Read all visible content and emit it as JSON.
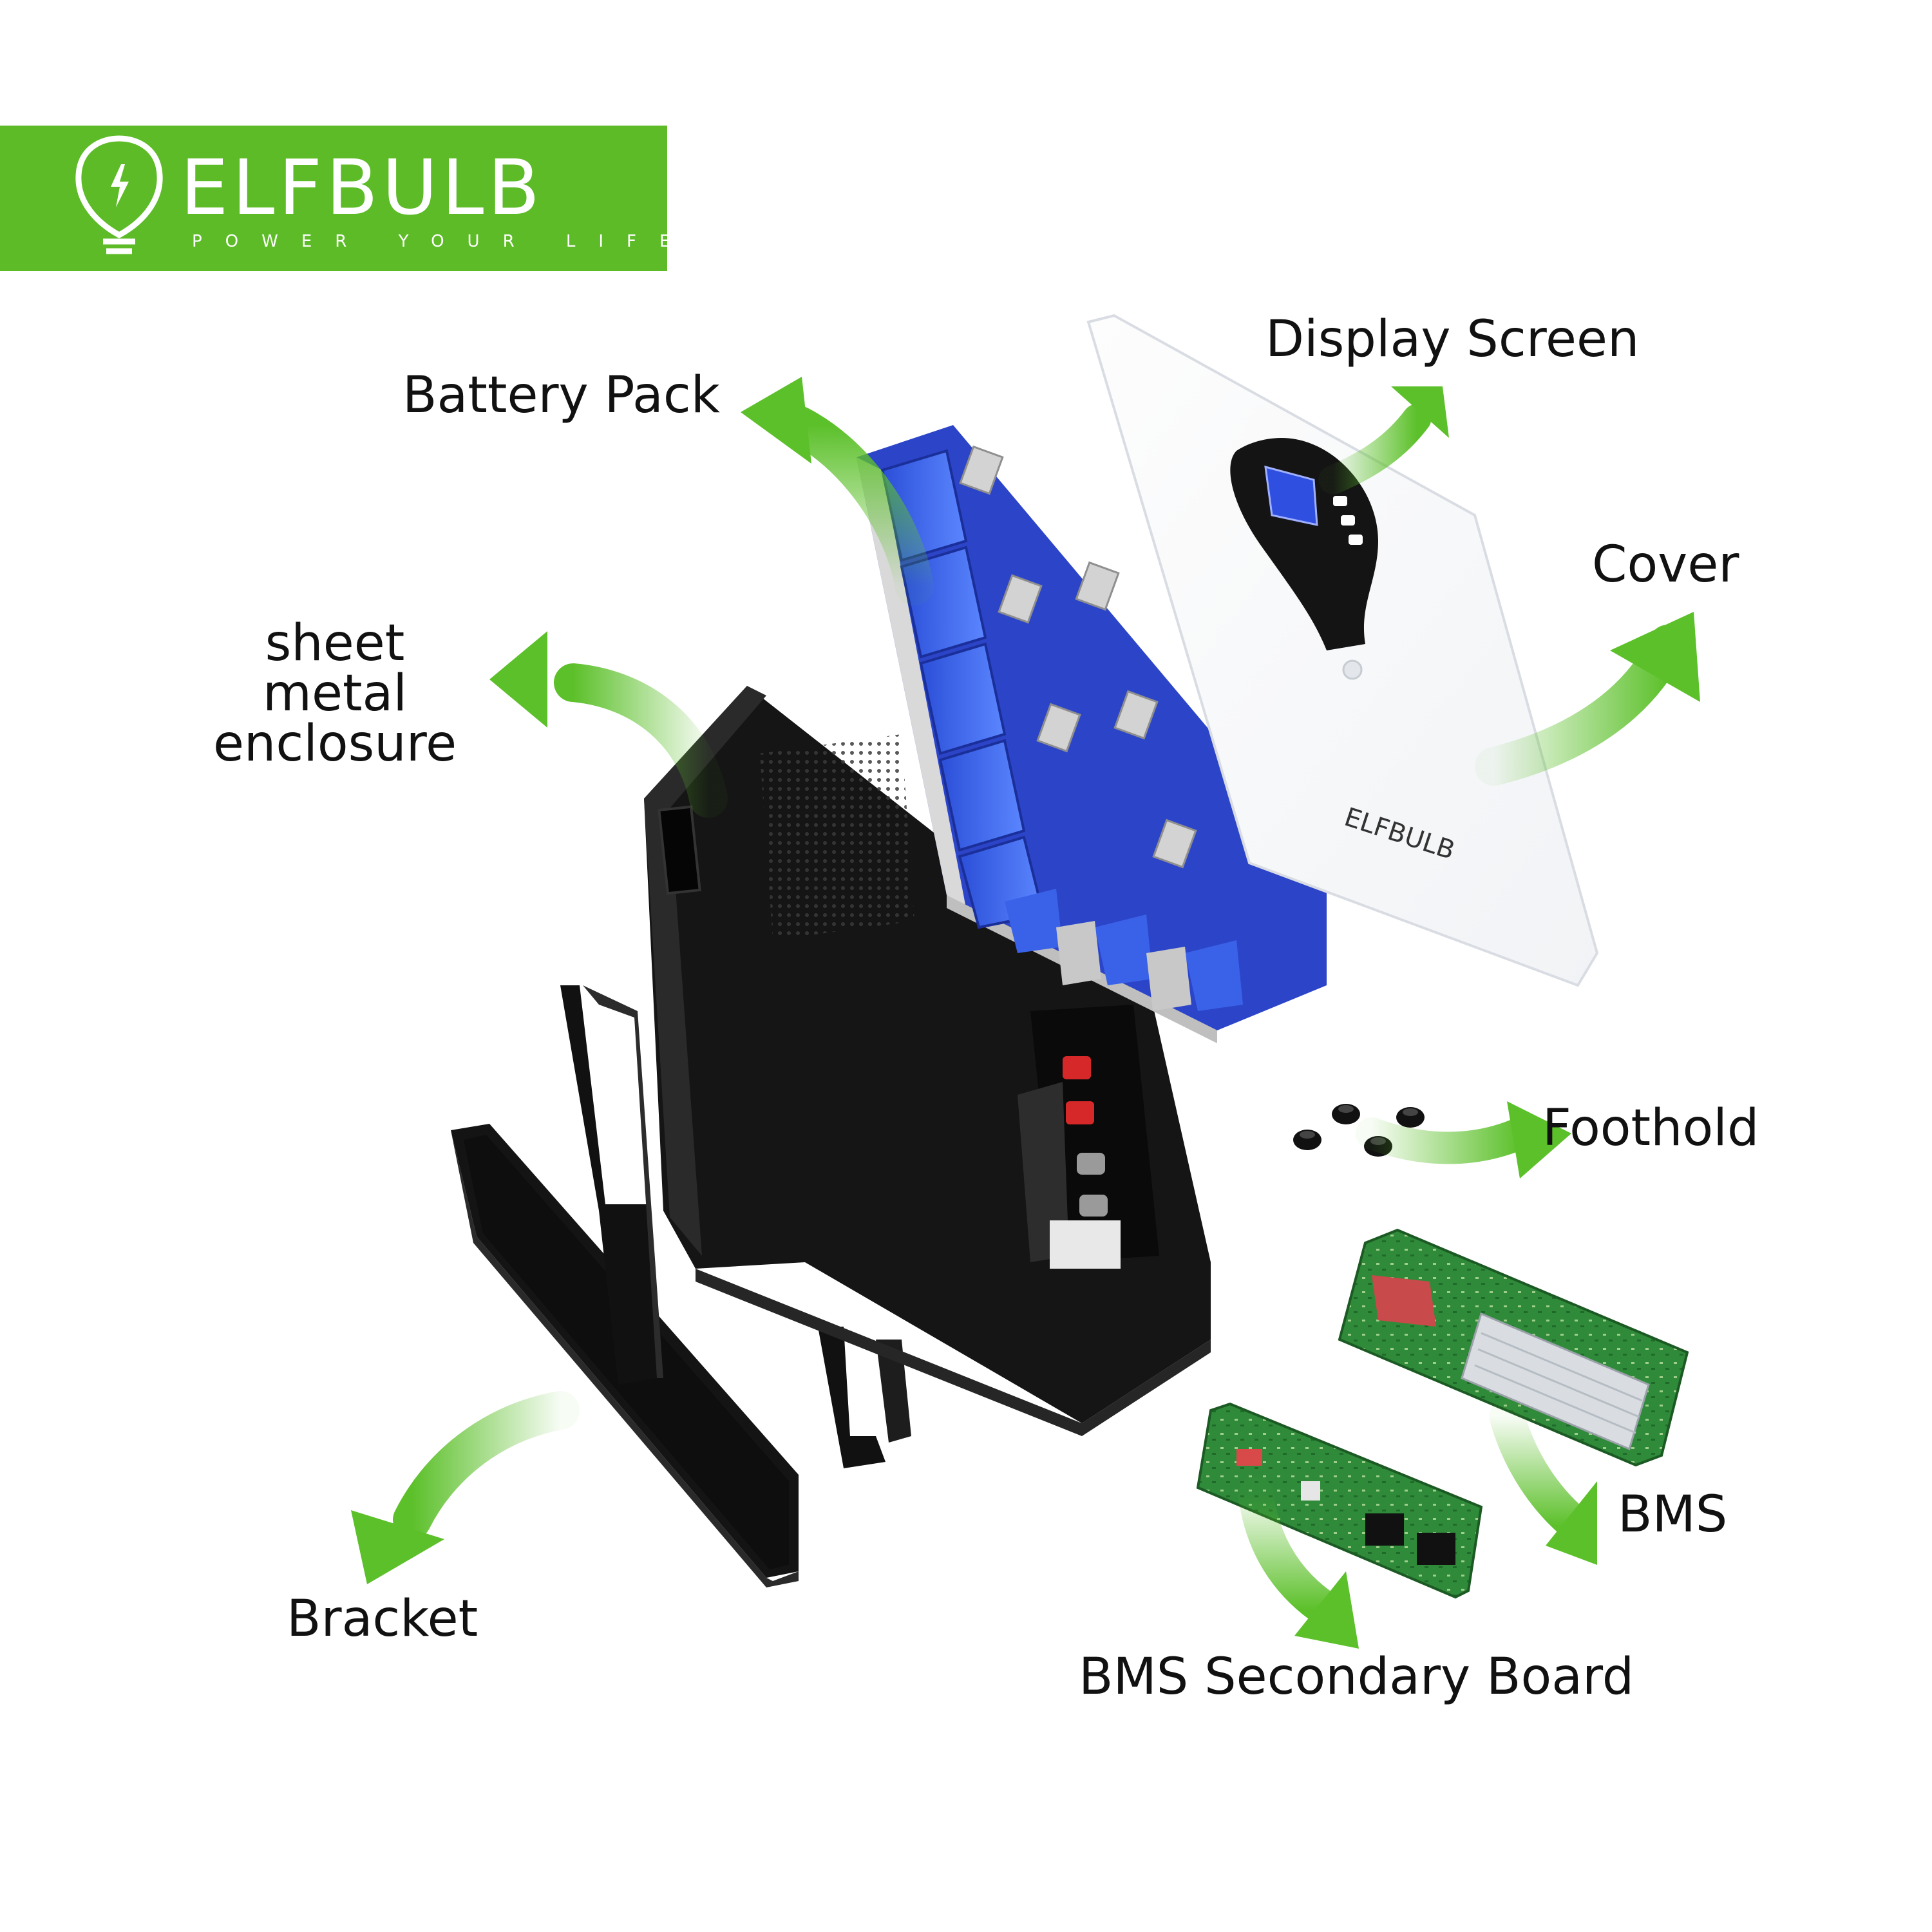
{
  "brand": {
    "name": "ELFBULB",
    "tagline": "POWER YOUR LIFE",
    "green": "#5cbb26"
  },
  "labels": {
    "battery_pack": "Battery Pack",
    "display_screen": "Display Screen",
    "cover": "Cover",
    "sheet_metal_enclosure": "sheet metal enclosure",
    "foothold": "Foothold",
    "bms": "BMS",
    "bms_secondary_board": "BMS Secondary Board",
    "bracket": "Bracket"
  },
  "colors": {
    "arrow": "#5cc02a",
    "cell_blue": "#3a62e8",
    "enclosure": "#1a1a1a",
    "pcb": "#2f8a3a"
  }
}
